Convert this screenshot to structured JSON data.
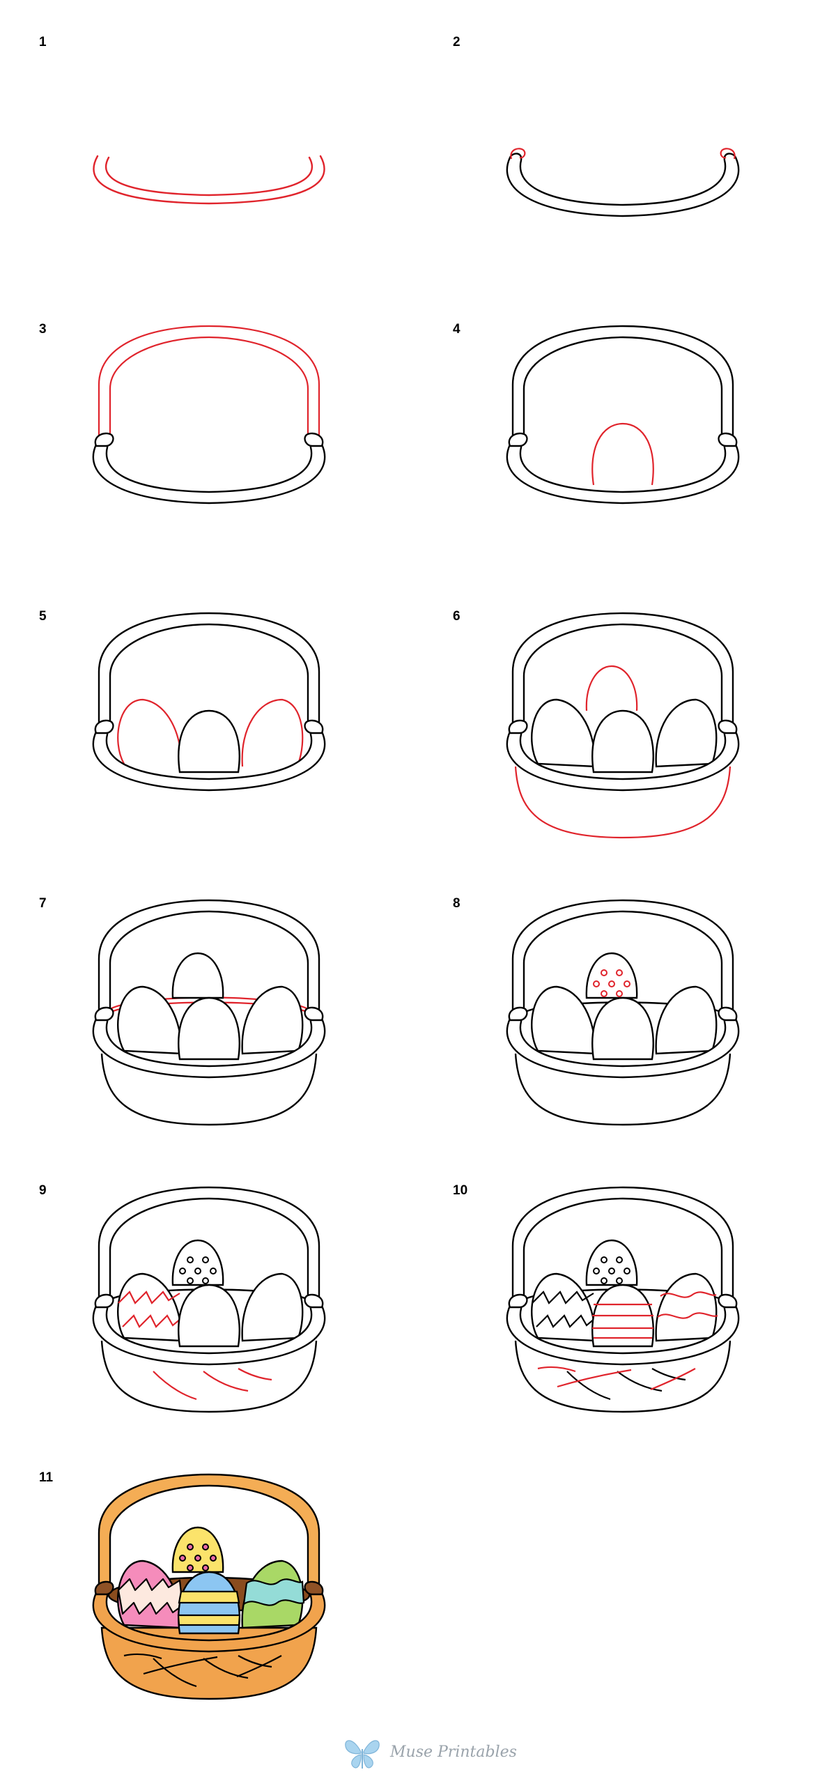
{
  "steps": [
    {
      "number": "1"
    },
    {
      "number": "2"
    },
    {
      "number": "3"
    },
    {
      "number": "4"
    },
    {
      "number": "5"
    },
    {
      "number": "6"
    },
    {
      "number": "7"
    },
    {
      "number": "8"
    },
    {
      "number": "9"
    },
    {
      "number": "10"
    },
    {
      "number": "11"
    }
  ],
  "footer": {
    "brand": "Muse Printables",
    "logo_icon": "butterfly-icon"
  },
  "colors": {
    "outline": "#000000",
    "new_lines": "#e0242c",
    "handle_fill": "#f4ad55",
    "basket_fill": "#f1a34d",
    "basket_inside": "#8a4c1e",
    "knob_fill": "#8f5226",
    "egg_yellow": "#fbe36b",
    "egg_pink": "#f58cbb",
    "egg_blue": "#8cc6f2",
    "egg_green": "#a9d866",
    "egg_teal": "#94dcd7",
    "brand_text": "#9aa3ab",
    "logo_blue": "#a9d4ef"
  }
}
